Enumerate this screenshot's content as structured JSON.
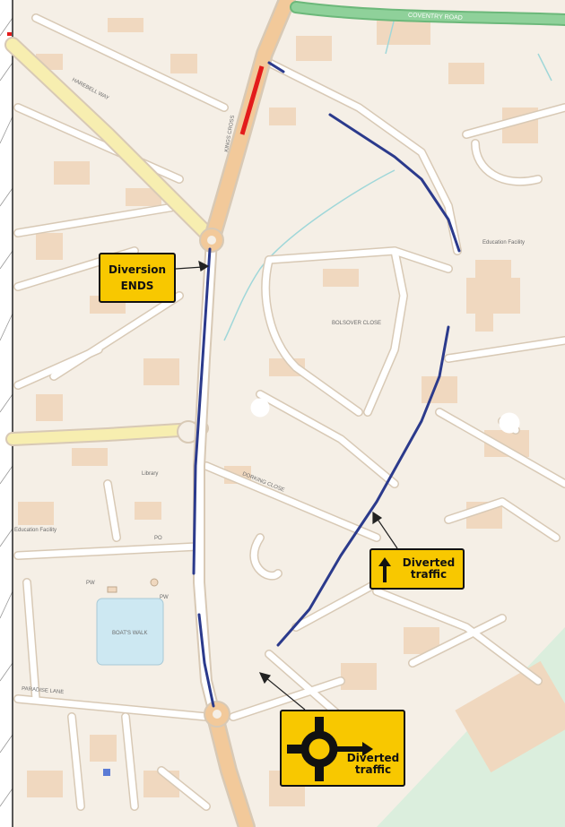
{
  "map": {
    "road_labels": {
      "coventry_road": "COVENTRY ROAD",
      "harebell": "HAREBELL WAY",
      "education_facility_ne": "Education Facility",
      "education_facility_w": "Education Facility",
      "library": "Library",
      "po": "PO",
      "pw1": "PW",
      "pw2": "PW",
      "kings_cross": "KINGS CROSS",
      "pond": "BOAT'S WALK",
      "bolsover": "BOLSOVER CLOSE",
      "dorking": "DORKING CLOSE",
      "paradise": "PARADISE LANE"
    },
    "colors": {
      "background": "#f5efe6",
      "road_fill": "#ffffff",
      "road_casing": "#d8c9b5",
      "main_road": "#f2c99a",
      "a_road": "#f7eeb0",
      "green_road": "#8fd19a",
      "building": "#f0d8bf",
      "water": "#cde8f2",
      "diversion_route": "#2b3a8c",
      "closure": "#e31b1b",
      "sign_yellow": "#f8c800"
    }
  },
  "signs": {
    "ends": {
      "line1": "Diversion",
      "line2": "ENDS"
    },
    "diverted_north": {
      "text": "Diverted traffic"
    },
    "diverted_roundabout": {
      "text": "Diverted traffic"
    }
  }
}
